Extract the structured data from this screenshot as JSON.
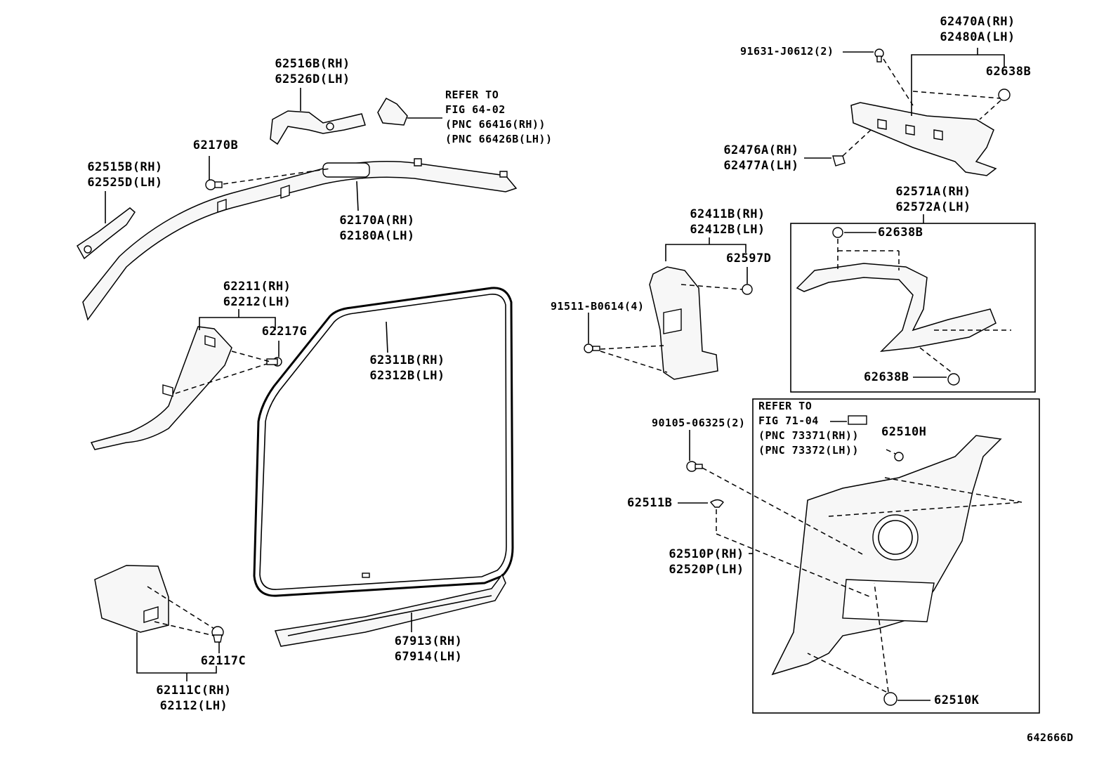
{
  "figure_id": "642666D",
  "labels": {
    "p62516": [
      "62516B(RH)",
      "62526D(LH)"
    ],
    "refer64": [
      "REFER TO",
      "FIG 64-02",
      "(PNC 66416(RH))",
      "(PNC 66426B(LH))"
    ],
    "p62170b": "62170B",
    "p62515": [
      "62515B(RH)",
      "62525D(LH)"
    ],
    "p62170a": [
      "62170A(RH)",
      "62180A(LH)"
    ],
    "p62211": [
      "62211(RH)",
      "62212(LH)"
    ],
    "p62217g": "62217G",
    "p62311": [
      "62311B(RH)",
      "62312B(LH)"
    ],
    "p62117c": "62117C",
    "p62111": [
      "62111C(RH)",
      "62112(LH)"
    ],
    "p67913": [
      "67913(RH)",
      "67914(LH)"
    ],
    "p91631": "91631-J0612(2)",
    "p62470": [
      "62470A(RH)",
      "62480A(LH)"
    ],
    "p62638b_top": "62638B",
    "p62476": [
      "62476A(RH)",
      "62477A(LH)"
    ],
    "p62571": [
      "62571A(RH)",
      "62572A(LH)"
    ],
    "p62638b_mid": "62638B",
    "p62638b_low": "62638B",
    "p62411": [
      "62411B(RH)",
      "62412B(LH)"
    ],
    "p62597d": "62597D",
    "p91511": "91511-B0614(4)",
    "p90105": "90105-06325(2)",
    "refer71": [
      "REFER TO",
      "FIG 71-04",
      "(PNC 73371(RH))",
      "(PNC 73372(LH))"
    ],
    "p62510h": "62510H",
    "p62511b": "62511B",
    "p62510p": [
      "62510P(RH)",
      "62520P(LH)"
    ],
    "p62510k": "62510K"
  }
}
